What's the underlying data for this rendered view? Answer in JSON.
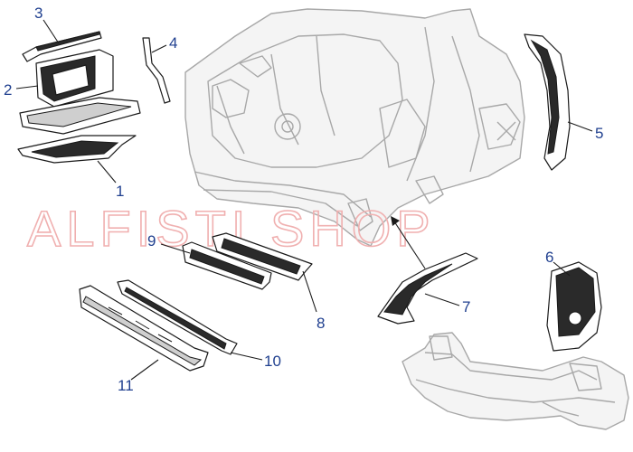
{
  "watermark": "ALFISTI SHOP",
  "callouts": {
    "c1": "1",
    "c2": "2",
    "c3": "3",
    "c4": "4",
    "c5": "5",
    "c6": "6",
    "c7": "7",
    "c8": "8",
    "c9": "9",
    "c10": "10",
    "c11": "11"
  },
  "colors": {
    "callout_text": "#1f3f8f",
    "watermark": "#f0b0b0",
    "ghost_body": "#a8a8a8"
  }
}
